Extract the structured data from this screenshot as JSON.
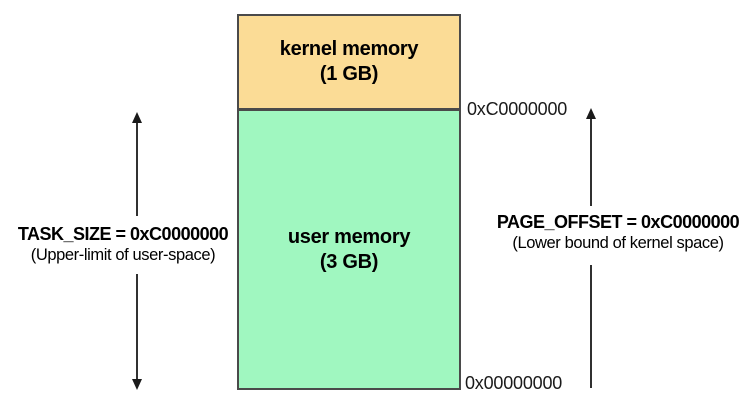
{
  "canvas": {
    "background": "#ffffff"
  },
  "colors": {
    "kernel_fill": "#fbdc96",
    "user_fill": "#a0f7c0",
    "box_border": "#4a4a4a",
    "arrow": "#1a1a1a",
    "text": "#000000"
  },
  "memory_box": {
    "kernel": {
      "name": "kernel memory",
      "size": "(1 GB)"
    },
    "user": {
      "name": "user memory",
      "size": "(3 GB)"
    }
  },
  "address_labels": {
    "boundary": "0xC0000000",
    "base": "0x00000000"
  },
  "annotations": {
    "task_size": {
      "value": "TASK_SIZE = 0xC0000000",
      "description": "(Upper-limit of user-space)"
    },
    "page_offset": {
      "value": "PAGE_OFFSET = 0xC0000000",
      "description": "(Lower bound of kernel space)"
    }
  }
}
